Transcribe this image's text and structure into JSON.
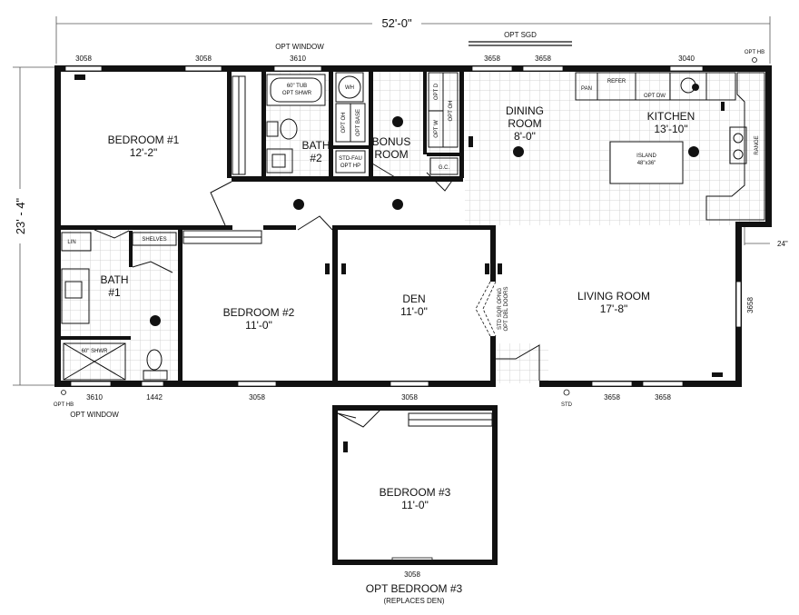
{
  "dimensions": {
    "overall_width": "52'-0\"",
    "overall_depth": "23' - 4\"",
    "bump": "24\""
  },
  "rooms": {
    "bedroom1": {
      "name": "BEDROOM #1",
      "size": "12'-2\""
    },
    "bath2": {
      "name": "BATH",
      "number": "#2"
    },
    "bonus": {
      "name": "BONUS",
      "name2": "ROOM"
    },
    "dining": {
      "name": "DINING",
      "name2": "ROOM",
      "size": "8'-0\""
    },
    "kitchen": {
      "name": "KITCHEN",
      "size": "13'-10\""
    },
    "bath1": {
      "name": "BATH",
      "number": "#1"
    },
    "bedroom2": {
      "name": "BEDROOM #2",
      "size": "11'-0\""
    },
    "den": {
      "name": "DEN",
      "size": "11'-0\""
    },
    "living": {
      "name": "LIVING ROOM",
      "size": "17'-8\""
    },
    "bedroom3": {
      "name": "BEDROOM #3",
      "size": "11'-0\""
    }
  },
  "windows": {
    "top_1": "3058",
    "top_2": "3058",
    "top_3": "3610",
    "top_4": "3658",
    "top_5": "3658",
    "top_6": "3040",
    "bottom_1": "3610",
    "bottom_2": "1442",
    "bottom_3": "3058",
    "bottom_4": "3058",
    "bottom_5": "3658",
    "bottom_6": "3658",
    "right": "3658",
    "opt_bed3": "3058"
  },
  "notes": {
    "opt_window_top": "OPT WINDOW",
    "opt_window_bottom": "OPT WINDOW",
    "opt_sgd": "OPT SGD",
    "opt_hb_top": "OPT HB",
    "opt_hb_bottom": "OPT HB",
    "std": "STD",
    "tub": "60\" TUB",
    "opt_shwr": "OPT SHWR",
    "wh": "WH",
    "opt_oh": "OPT OH",
    "opt_base": "OPT BASE",
    "std_fau": "STD-FAU",
    "opt_hp": "OPT HP",
    "opt_d": "OPT D",
    "opt_w": "OPT W",
    "opt_oh2": "OPT OH",
    "gc": "G.C.",
    "pan": "PAN",
    "refer": "REFER",
    "opt_dw": "OPT DW",
    "range": "RANGE",
    "island": "ISLAND",
    "island_size": "48\"x36\"",
    "lin": "LIN",
    "shelves": "SHELVES",
    "shwr60": "60\" SHWR",
    "den_doors_1": "STD SQR OPNG",
    "den_doors_2": "OPT DBL DOORS",
    "opt_bedroom3": "OPT BEDROOM #3",
    "replaces_den": "(REPLACES DEN)"
  }
}
